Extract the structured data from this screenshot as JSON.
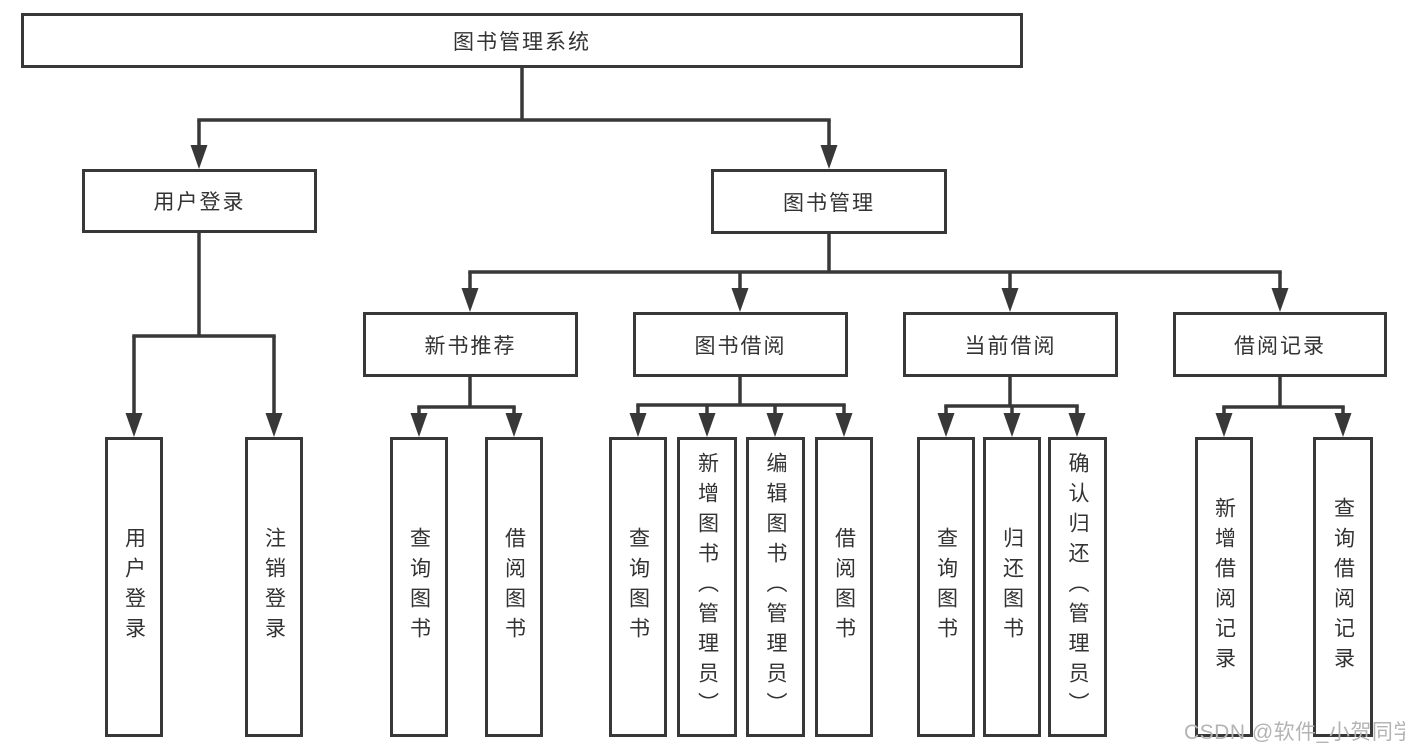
{
  "diagram": {
    "title": "图书管理系统",
    "watermark": "CSDN @软件_小贺同学",
    "colors": {
      "line": "#383838",
      "box_border": "#383838",
      "text": "#333333",
      "background": "#ffffff",
      "watermark": "#b4b4b4"
    }
  },
  "nodes": {
    "root": {
      "label": "图书管理系统"
    },
    "user_login": {
      "label": "用户登录"
    },
    "book_mgmt": {
      "label": "图书管理"
    },
    "new_book_rec": {
      "label": "新书推荐"
    },
    "book_borrow": {
      "label": "图书借阅"
    },
    "current_borrow": {
      "label": "当前借阅"
    },
    "borrow_records": {
      "label": "借阅记录"
    },
    "leaf_user_login": {
      "label": "用户登录"
    },
    "leaf_logout": {
      "label": "注销登录"
    },
    "leaf_nbr_query": {
      "label": "查询图书"
    },
    "leaf_nbr_borrow": {
      "label": "借阅图书"
    },
    "leaf_bb_query": {
      "label": "查询图书"
    },
    "leaf_bb_add": {
      "label": "新增图书（管理员）"
    },
    "leaf_bb_edit": {
      "label": "编辑图书（管理员）"
    },
    "leaf_bb_borrow": {
      "label": "借阅图书"
    },
    "leaf_cb_query": {
      "label": "查询图书"
    },
    "leaf_cb_return": {
      "label": "归还图书"
    },
    "leaf_cb_confirm": {
      "label": "确认归还（管理员）"
    },
    "leaf_br_add": {
      "label": "新增借阅记录"
    },
    "leaf_br_query": {
      "label": "查询借阅记录"
    }
  },
  "hierarchy": {
    "root": [
      "user_login",
      "book_mgmt"
    ],
    "user_login": [
      "leaf_user_login",
      "leaf_logout"
    ],
    "book_mgmt": [
      "new_book_rec",
      "book_borrow",
      "current_borrow",
      "borrow_records"
    ],
    "new_book_rec": [
      "leaf_nbr_query",
      "leaf_nbr_borrow"
    ],
    "book_borrow": [
      "leaf_bb_query",
      "leaf_bb_add",
      "leaf_bb_edit",
      "leaf_bb_borrow"
    ],
    "current_borrow": [
      "leaf_cb_query",
      "leaf_cb_return",
      "leaf_cb_confirm"
    ],
    "borrow_records": [
      "leaf_br_add",
      "leaf_br_query"
    ]
  }
}
